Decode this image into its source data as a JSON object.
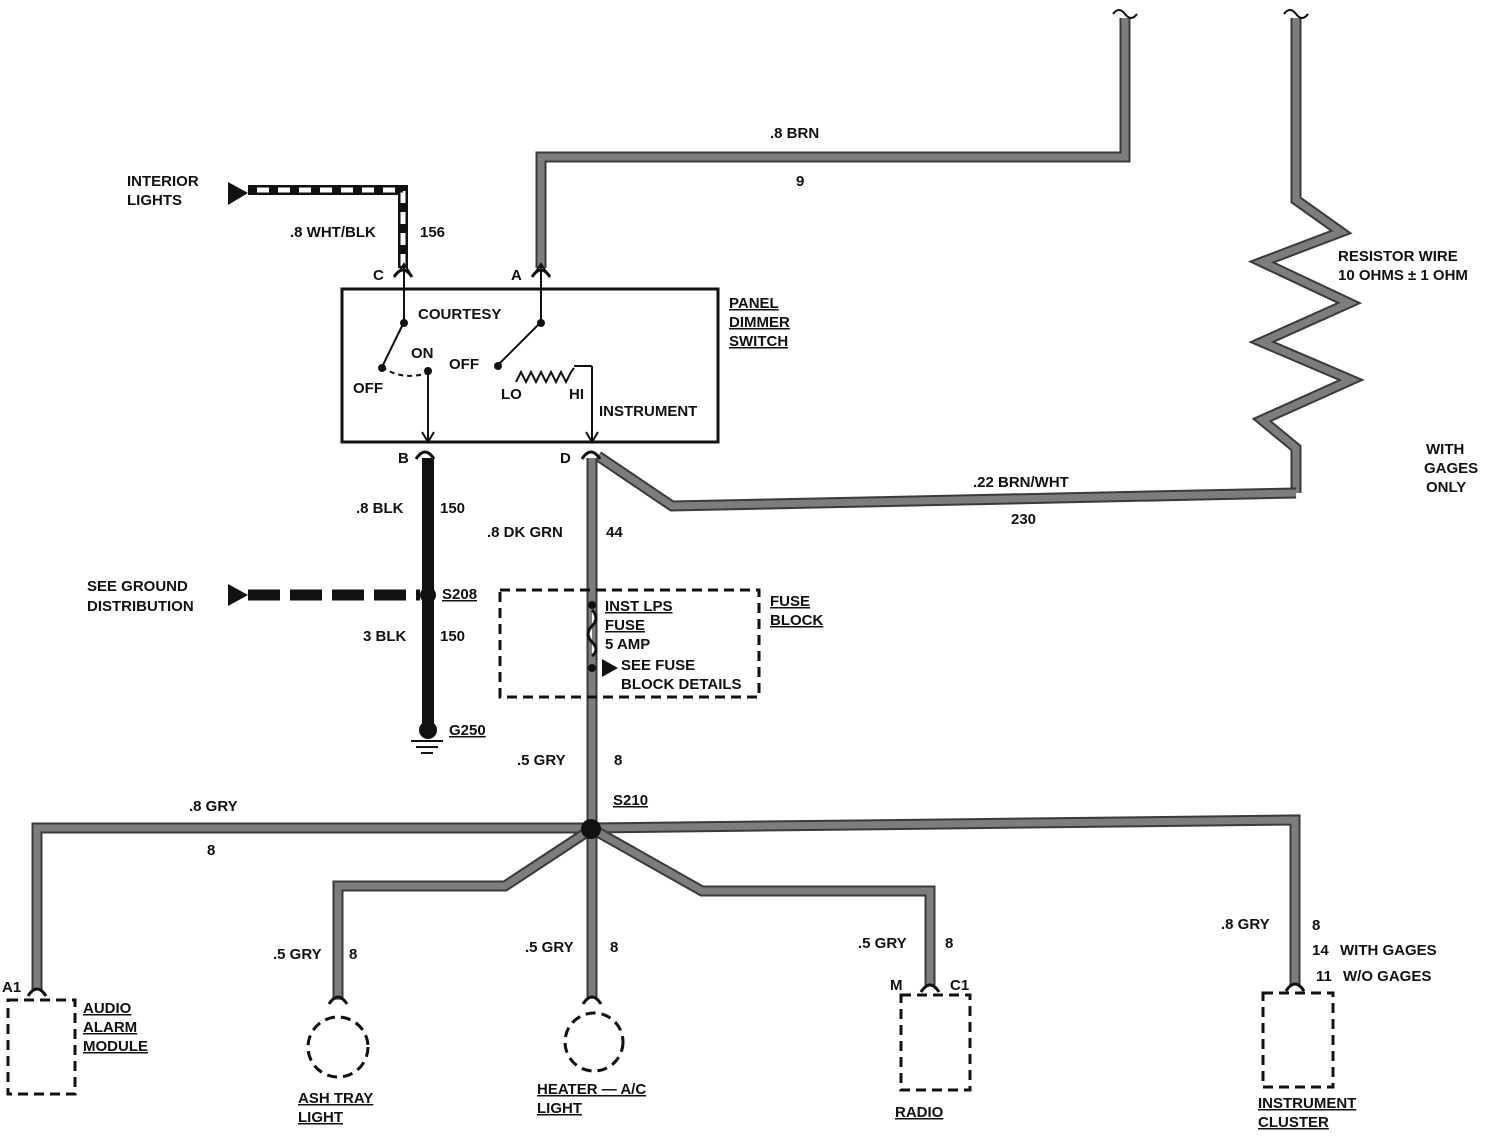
{
  "colors": {
    "wire": "#7d7d7d",
    "ink": "#111111"
  },
  "icons": [
    "ground-symbol-icon",
    "connector-arrow-icon",
    "splice-dot-icon",
    "break-squiggle-icon",
    "bulb-socket-icon"
  ],
  "top_wire": {
    "gauge": ".8 BRN",
    "circuit": "9"
  },
  "interior": {
    "label_line1": "INTERIOR",
    "label_line2": "LIGHTS",
    "gauge": ".8 WHT/BLK",
    "circuit": "156"
  },
  "switch": {
    "title_line1": "PANEL",
    "title_line2": "DIMMER",
    "title_line3": "SWITCH",
    "courtesy": "COURTESY",
    "on": "ON",
    "off_left": "OFF",
    "off_right": "OFF",
    "lo": "LO",
    "hi": "HI",
    "instrument": "INSTRUMENT",
    "pin_c": "C",
    "pin_a": "A",
    "pin_b": "B",
    "pin_d": "D"
  },
  "resistor": {
    "line1": "RESISTOR WIRE",
    "line2": "10 OHMS ± 1 OHM"
  },
  "gages_note": {
    "line1": "WITH",
    "line2": "GAGES",
    "line3": "ONLY"
  },
  "brn_wht": {
    "gauge": ".22 BRN/WHT",
    "circuit": "230"
  },
  "ground": {
    "upper_gauge": ".8 BLK",
    "upper_circuit": "150",
    "see_line1": "SEE GROUND",
    "see_line2": "DISTRIBUTION",
    "splice": "S208",
    "lower_gauge": "3 BLK",
    "lower_circuit": "150",
    "ground_id": "G250"
  },
  "dk_grn": {
    "gauge": ".8 DK GRN",
    "circuit": "44"
  },
  "fuse": {
    "line1": "INST LPS",
    "line2": "FUSE",
    "line3": "5 AMP",
    "see1": "SEE FUSE",
    "see2": "BLOCK DETAILS",
    "block1": "FUSE",
    "block2": "BLOCK"
  },
  "gry_main": {
    "gauge": ".5 GRY",
    "circuit": "8",
    "splice": "S210"
  },
  "audio": {
    "gauge": ".8 GRY",
    "circuit": "8",
    "pin": "A1",
    "name1": "AUDIO",
    "name2": "ALARM",
    "name3": "MODULE"
  },
  "ash": {
    "gauge": ".5 GRY",
    "circuit": "8",
    "name1": "ASH TRAY",
    "name2": "LIGHT"
  },
  "heater": {
    "gauge": ".5 GRY",
    "circuit": "8",
    "name1": "HEATER — A/C",
    "name2": "LIGHT"
  },
  "radio": {
    "gauge": ".5 GRY",
    "circuit": "8",
    "pin_m": "M",
    "pin_c1": "C1",
    "name": "RADIO"
  },
  "cluster": {
    "gauge": ".8 GRY",
    "circuit": "8",
    "with_pin": "14",
    "with_label": "WITH GAGES",
    "wo_pin": "11",
    "wo_label": "W/O GAGES",
    "name1": "INSTRUMENT",
    "name2": "CLUSTER"
  }
}
